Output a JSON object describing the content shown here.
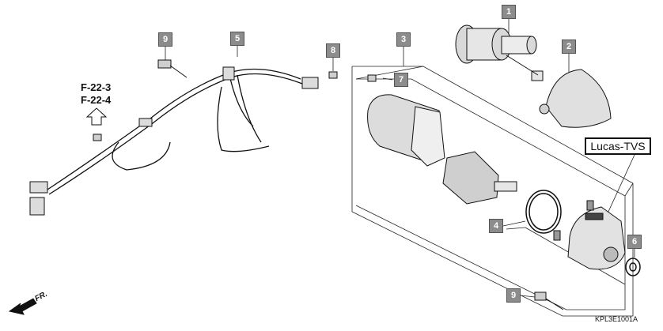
{
  "callouts": [
    {
      "id": "1",
      "label": "1"
    },
    {
      "id": "2",
      "label": "2"
    },
    {
      "id": "3",
      "label": "3"
    },
    {
      "id": "4",
      "label": "4"
    },
    {
      "id": "5",
      "label": "5"
    },
    {
      "id": "6",
      "label": "6"
    },
    {
      "id": "7",
      "label": "7"
    },
    {
      "id": "8",
      "label": "8"
    },
    {
      "id": "9a",
      "label": "9"
    },
    {
      "id": "9b",
      "label": "9"
    }
  ],
  "reference": {
    "line1": "F-22-3",
    "line2": "F-22-4"
  },
  "brand_label": "Lucas-TVS",
  "diagram_code": "KPL3E1001A",
  "direction_label": "FR.",
  "colors": {
    "callout_fill": "#8c8c8c",
    "line": "#111111",
    "part_shade": "#d9d9d9"
  }
}
